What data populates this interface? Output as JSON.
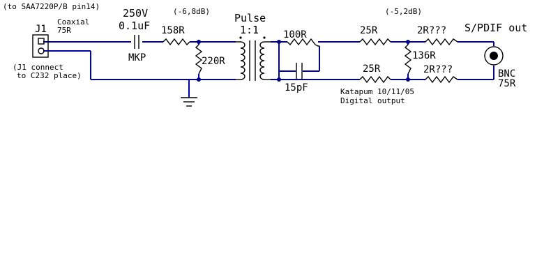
{
  "colors": {
    "wire": "#0000aa",
    "component": "#000000",
    "node": "#000080",
    "background": "#ffffff"
  },
  "labels": {
    "top_note": "(to SAA7220P/B pin14)",
    "j1": "J1",
    "coaxial": "Coaxial",
    "coaxial_imp": "75R",
    "j1_note_line1": "(J1 connect",
    "j1_note_line2": "to C232 place)",
    "cap_voltage": "250V",
    "cap_value": "0.1uF",
    "cap_type": "MKP",
    "r158": "158R",
    "atten1": "(-6,8dB)",
    "r220": "220R",
    "pulse": "Pulse",
    "ratio": "1:1",
    "r100": "100R",
    "c15": "15pF",
    "r25_top": "25R",
    "r25_bot": "25R",
    "atten2": "(-5,2dB)",
    "r136": "136R",
    "r2_top": "2R???",
    "r2_bot": "2R???",
    "spdif": "S/PDIF out",
    "bnc": "BNC",
    "bnc_imp": "75R",
    "author": "Katapum 10/11/05",
    "digital": "Digital output"
  }
}
